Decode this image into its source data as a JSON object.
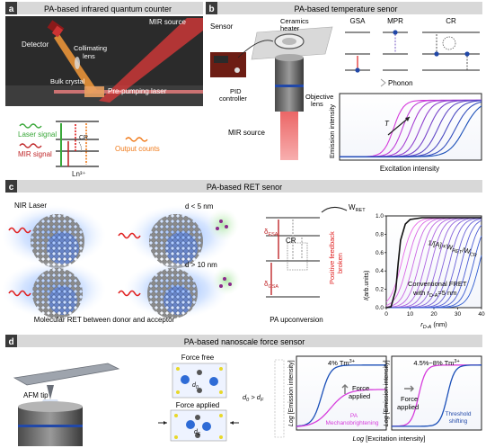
{
  "panel_a": {
    "letter": "a",
    "title": "PA-based infrared quantum counter",
    "mir_source": "MIR source",
    "detector": "Detector",
    "collimating": "Collimating",
    "lens": "lens",
    "bulk_crystal": "Bulk crystal",
    "pre_pumping": "Pre-pumping laser",
    "laser_signal": "Laser signal",
    "mir_signal": "MIR signal",
    "cr": "CR",
    "output_counts": "Output counts",
    "ion": "Ln³⁺"
  },
  "panel_b": {
    "letter": "b",
    "title": "PA-based  temperature senor",
    "sensor": "Sensor",
    "ceramics": "Ceramics",
    "heater": "heater",
    "pid1": "PID",
    "pid2": "controller",
    "objective1": "Objective",
    "objective2": "lens",
    "mir_source": "MIR source",
    "gsa": "GSA",
    "mpr": "MPR",
    "cr": "CR",
    "phonon": "Phonon",
    "ylabel": "Emission intensity",
    "xlabel": "Excitation intensity",
    "t_label": "T"
  },
  "panel_c": {
    "letter": "c",
    "title": "PA-based RET senor",
    "nir_laser": "NIR Laser",
    "d_small": "d < 5 nm",
    "d_large": "d > 10 nm",
    "caption_left": "Molecular RET between donor and acceptor",
    "w_ret": "W",
    "w_ret_sub": "RET",
    "delta_esa": "δ",
    "delta_esa_sub": "ESA",
    "delta_gsa": "δ",
    "delta_gsa_sub": "GSA",
    "cr": "CR",
    "feedback1": "Positive feedback",
    "feedback2": "broken",
    "caption_mid": "PA upconversion",
    "ylabel": "I",
    "ylabel_mid": "(arb.units)",
    "annot_tau": "1/[A]∝W",
    "annot_tau2": "RET",
    "annot_tau3": "/W",
    "annot_tau4": "CR",
    "conv1": "Conventional FRET",
    "conv2": "with r",
    "conv2_sub": "D-A",
    "conv2_tail": "=5 nm",
    "xlabel": "r",
    "xlabel_sub": "D-A",
    "xlabel_unit": " (nm)"
  },
  "panel_d": {
    "letter": "d",
    "title": "PA-based nanoscale force sensor",
    "afm_tip": "AFM tip",
    "force_free": "Force free",
    "force_applied": "Force applied",
    "d0": "d",
    "d0_sub": "0",
    "df": "d",
    "df_sub": "F",
    "d0_gt_df": "d",
    "d0_gt_df_sub": "0",
    "gt": " > d",
    "gt_sub": "F",
    "plot1_title": "4% Tm",
    "plot1_sup": "3+",
    "plot1_force": "Force",
    "plot1_applied": "applied",
    "plot1_pa": "PA",
    "plot1_mech": "Mechanobrightening",
    "plot2_title": "4.5%~8% Tm",
    "plot2_sup": "3+",
    "plot2_force": "Force",
    "plot2_applied": "applied",
    "plot2_thr1": "Threshold",
    "plot2_thr2": "shifting",
    "ylabel_log": "Log",
    "ylabel_rest": " [Emission intensity]",
    "xlabel_log": "Log",
    "xlabel_rest": " [Excitation intensity]"
  },
  "axis_ticks": {
    "x": [
      "0",
      "10",
      "20",
      "30",
      "40"
    ],
    "y": [
      "0.0",
      "0.2",
      "0.4",
      "0.6",
      "0.8",
      "1.0"
    ]
  },
  "colors": {
    "header_bg": "#d8d8d8",
    "letter_bg": "#3a3a3a",
    "blue": "#1a4fb8",
    "magenta": "#d63cdc",
    "red": "#e02020",
    "green": "#3aa83a",
    "orange": "#f07a1a"
  },
  "chart_data": [
    {
      "type": "line",
      "panel": "b",
      "title": "",
      "xlabel": "Excitation intensity",
      "ylabel": "Emission intensity",
      "note": "Family of sigmoidal curves shifting to higher excitation intensity as T increases (arrow labelled T)",
      "series_count": 9
    },
    {
      "type": "line",
      "panel": "c",
      "xlabel": "r_D-A (nm)",
      "ylabel": "I_D/I_0 (arb.units)",
      "xlim": [
        0,
        40
      ],
      "ylim": [
        0,
        1.0
      ],
      "x_ticks": [
        0,
        10,
        20,
        30,
        40
      ],
      "y_ticks": [
        0.0,
        0.2,
        0.4,
        0.6,
        0.8,
        1.0
      ],
      "series": [
        {
          "name": "Conventional FRET with r_D-A=5 nm",
          "x": [
            0,
            2,
            4,
            5,
            6,
            8,
            10,
            15,
            40
          ],
          "values": [
            0.0,
            0.01,
            0.2,
            0.5,
            0.75,
            0.93,
            0.98,
            1.0,
            1.0
          ]
        }
      ],
      "note": "Series of PA curves (pink to blue) with midpoints shifting from ~6 nm to ~40 nm"
    },
    {
      "type": "line",
      "panel": "d1",
      "title": "4% Tm3+",
      "xlabel": "Log [Excitation intensity]",
      "ylabel": "Log [Emission intensity]",
      "series": [
        {
          "name": "Force free",
          "color": "#1a4fb8"
        },
        {
          "name": "Force applied",
          "color": "#d63cdc"
        }
      ]
    },
    {
      "type": "line",
      "panel": "d2",
      "title": "4.5%~8% Tm3+",
      "xlabel": "Log [Excitation intensity]",
      "ylabel": "Log [Emission intensity]",
      "series": [
        {
          "name": "Force free",
          "color": "#1a4fb8"
        },
        {
          "name": "Force applied",
          "color": "#d63cdc"
        }
      ]
    }
  ]
}
